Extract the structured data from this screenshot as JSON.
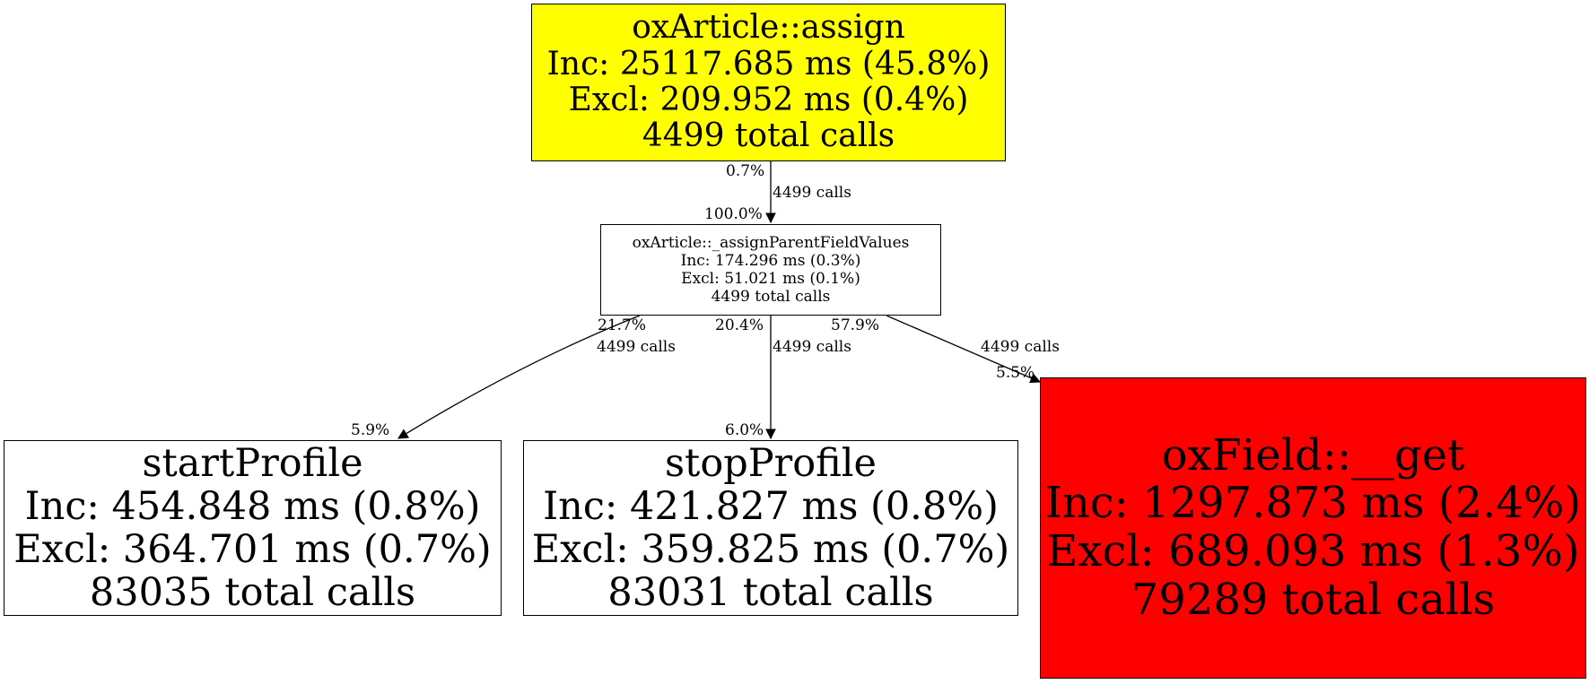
{
  "colors": {
    "hot": "#ff0000",
    "warm": "#ffff00",
    "cold": "#ffffff",
    "edge": "#000000"
  },
  "nodes": {
    "root": {
      "name": "oxArticle::assign",
      "inc": "Inc: 25117.685 ms (45.8%)",
      "excl": "Excl: 209.952 ms (0.4%)",
      "calls": "4499 total calls",
      "fill": "#ffff00"
    },
    "mid": {
      "name": "oxArticle::_assignParentFieldValues",
      "inc": "Inc: 174.296 ms (0.3%)",
      "excl": "Excl: 51.021 ms (0.1%)",
      "calls": "4499 total calls",
      "fill": "#ffffff"
    },
    "start": {
      "name": "startProfile",
      "inc": "Inc: 454.848 ms (0.8%)",
      "excl": "Excl: 364.701 ms (0.7%)",
      "calls": "83035 total calls",
      "fill": "#ffffff"
    },
    "stop": {
      "name": "stopProfile",
      "inc": "Inc: 421.827 ms (0.8%)",
      "excl": "Excl: 359.825 ms (0.7%)",
      "calls": "83031 total calls",
      "fill": "#ffffff"
    },
    "get": {
      "name": "oxField::__get",
      "inc": "Inc: 1297.873 ms (2.4%)",
      "excl": "Excl: 689.093 ms (1.3%)",
      "calls": "79289 total calls",
      "fill": "#ff0000"
    }
  },
  "edges": {
    "root_mid": {
      "tail": "0.7%",
      "calls": "4499 calls",
      "head": "100.0%"
    },
    "mid_start": {
      "tail": "21.7%",
      "calls": "4499 calls",
      "head": "5.9%"
    },
    "mid_stop": {
      "tail": "20.4%",
      "calls": "4499 calls",
      "head": "6.0%"
    },
    "mid_get": {
      "tail": "57.9%",
      "calls": "4499 calls",
      "head": "5.5%"
    }
  }
}
